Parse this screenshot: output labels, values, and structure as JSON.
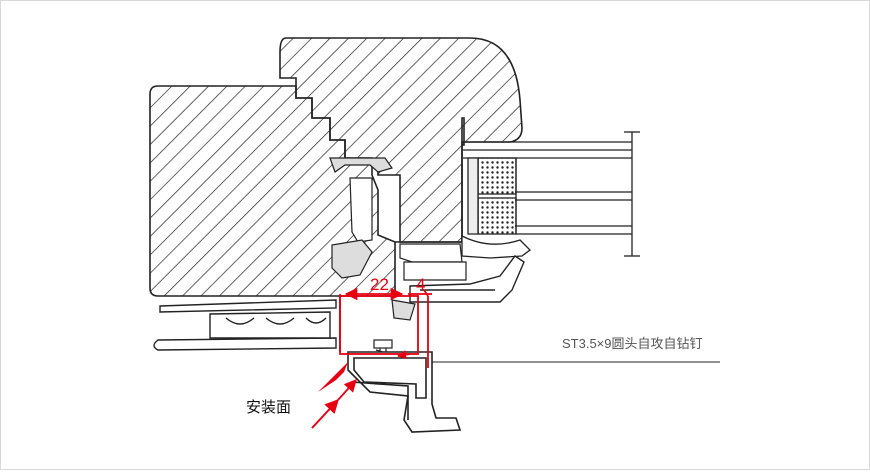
{
  "dimensions": {
    "width_22": "22",
    "width_4": "4"
  },
  "labels": {
    "screw_spec": "ST3.5×9圆头自攻自钻钉",
    "install_surface": "安装面"
  },
  "colors": {
    "dimension_red": "#e60012",
    "line": "#222222",
    "frame": "#d8d8d8"
  }
}
